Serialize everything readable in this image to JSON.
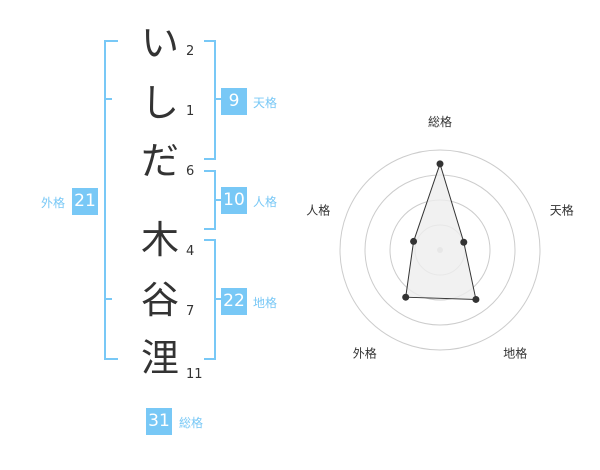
{
  "name_chars": [
    {
      "char": "い",
      "strokes": "2"
    },
    {
      "char": "し",
      "strokes": "1"
    },
    {
      "char": "だ",
      "strokes": "6"
    },
    {
      "char": "木",
      "strokes": "4"
    },
    {
      "char": "谷",
      "strokes": "7"
    },
    {
      "char": "浬",
      "strokes": "11"
    }
  ],
  "fortunes": {
    "tenkaku": {
      "value": "9",
      "label": "天格"
    },
    "jinkaku": {
      "value": "10",
      "label": "人格"
    },
    "chikaku": {
      "value": "22",
      "label": "地格"
    },
    "gaikaku": {
      "value": "21",
      "label": "外格"
    },
    "soukaku": {
      "value": "31",
      "label": "総格"
    }
  },
  "chart_data": {
    "type": "radar",
    "axes": [
      "総格",
      "天格",
      "地格",
      "外格",
      "人格"
    ],
    "values": [
      31,
      9,
      22,
      21,
      10
    ],
    "rings": 4,
    "colors": {
      "line": "#333333",
      "fill": "#eeeeee",
      "grid": "#cccccc",
      "badge": "#78c8f6"
    }
  }
}
